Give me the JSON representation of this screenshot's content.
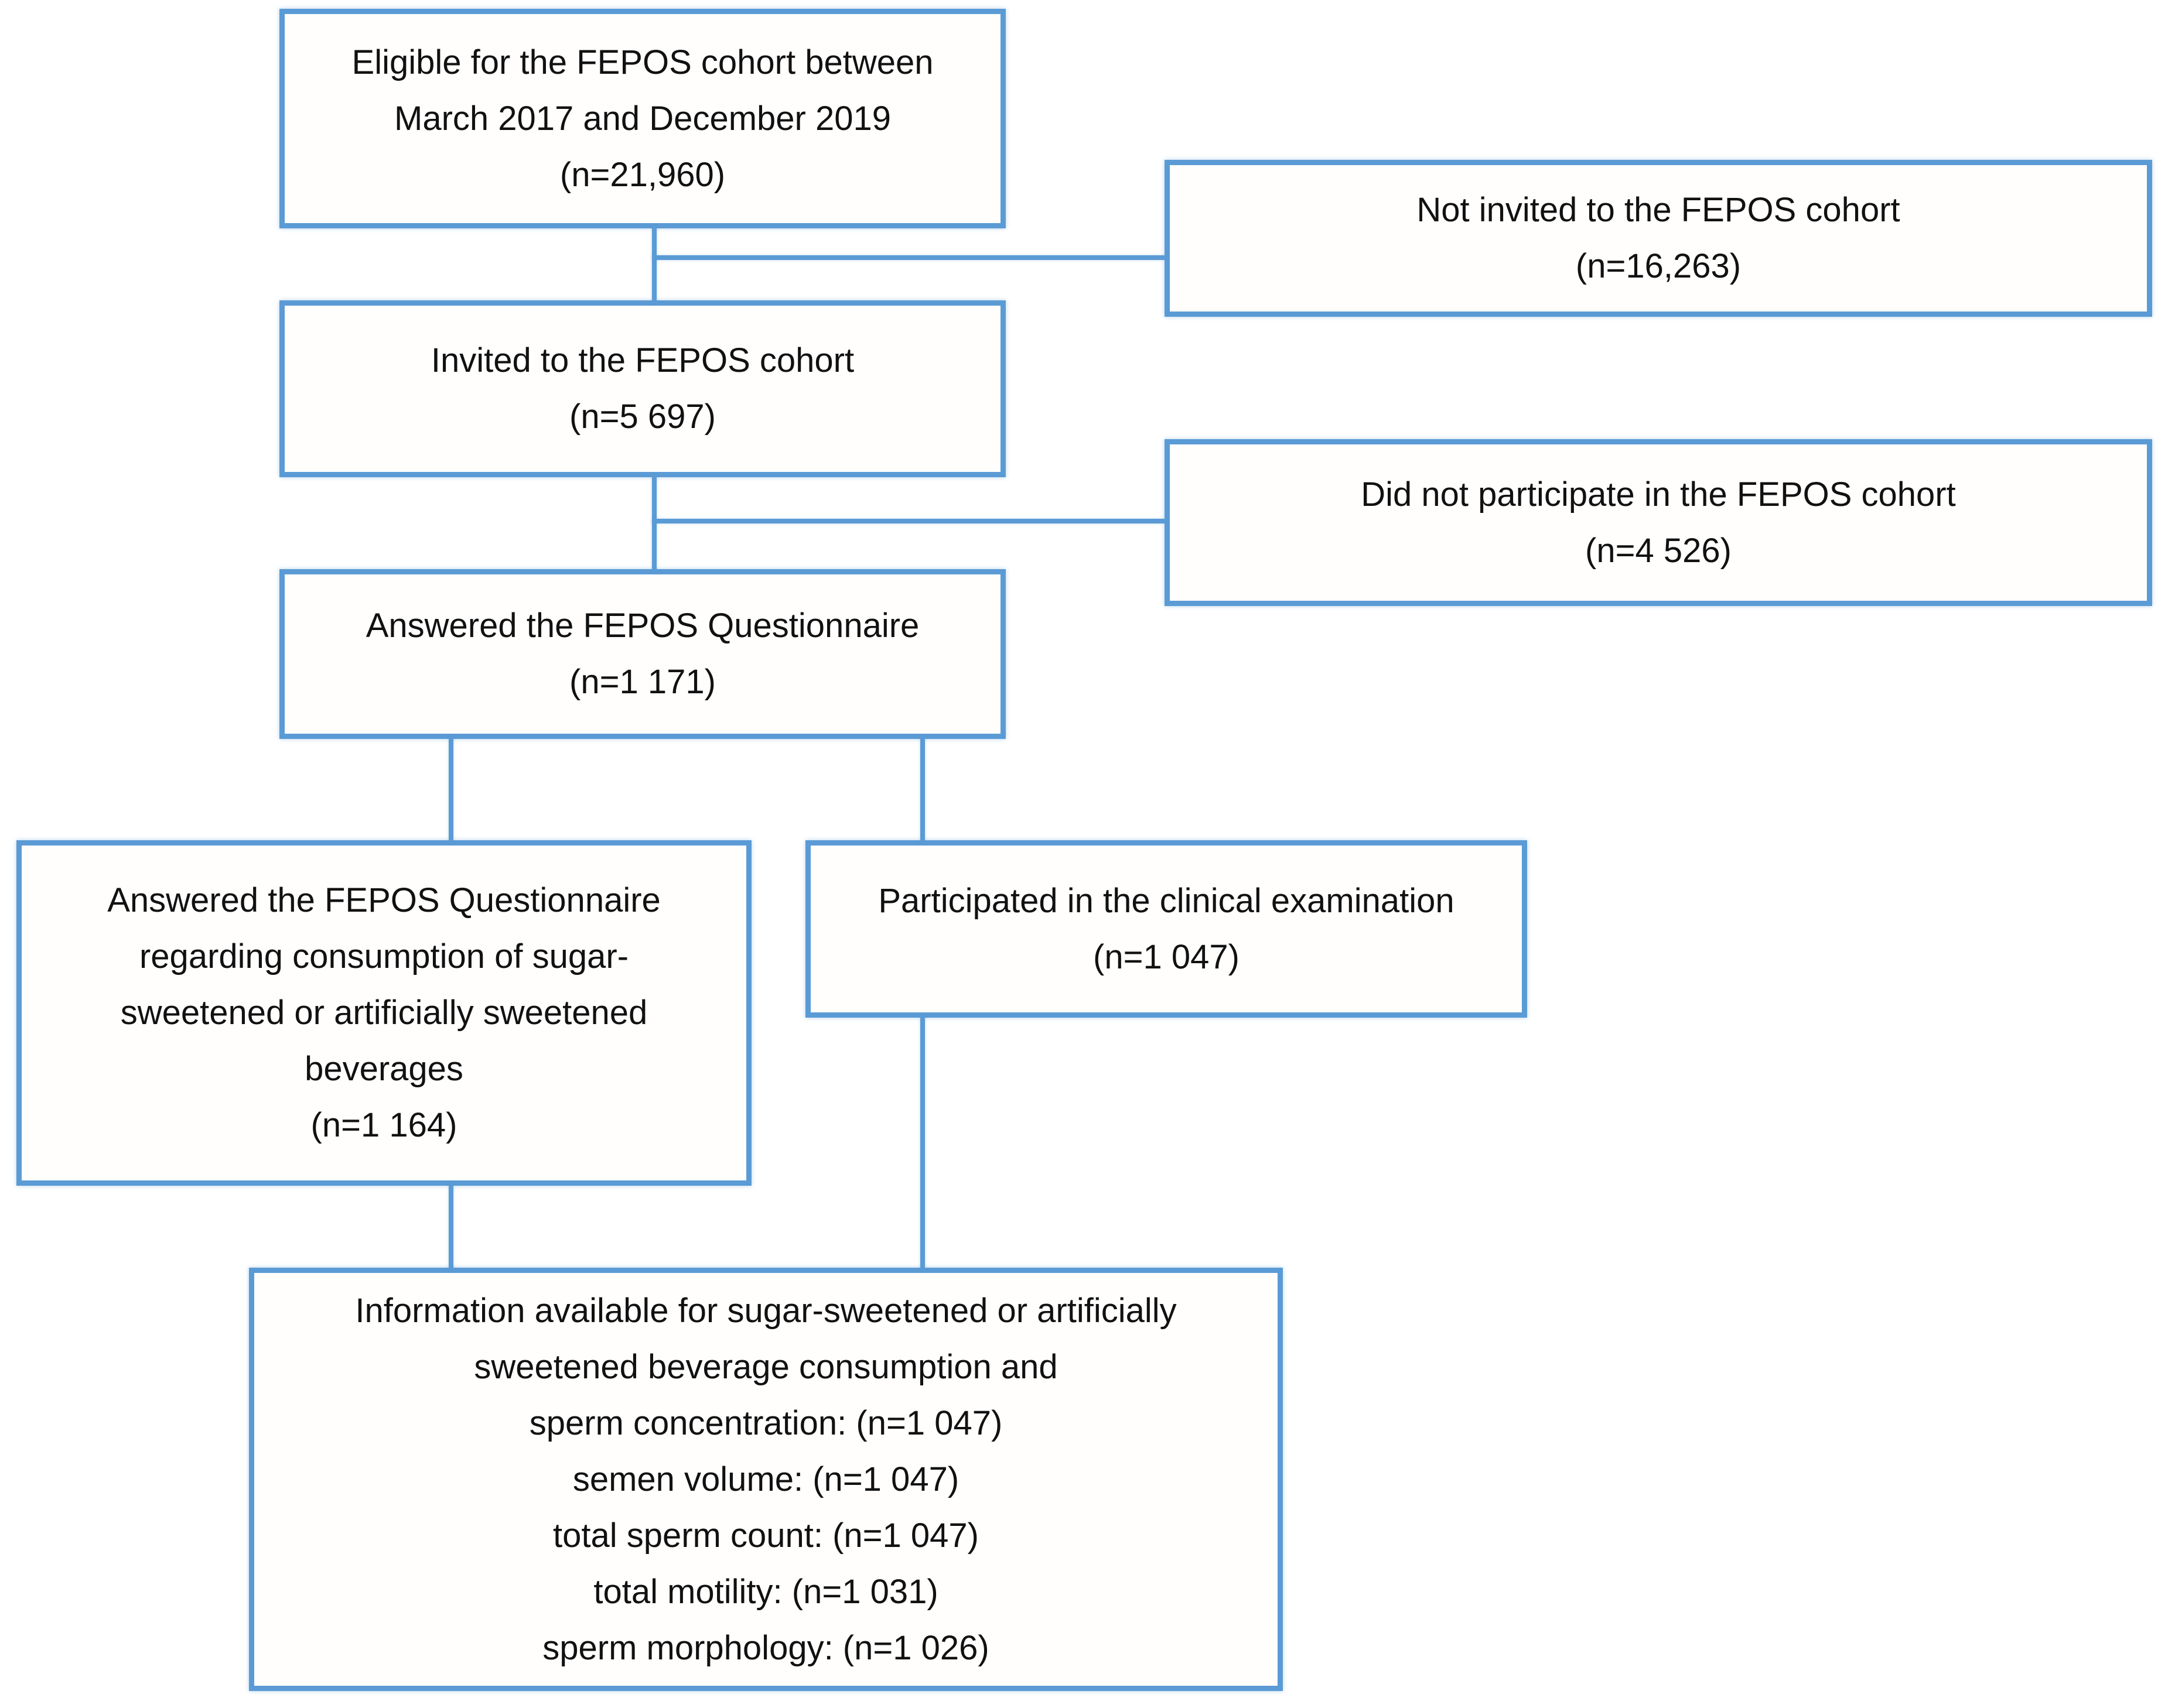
{
  "figure": {
    "type": "participant-flow-diagram",
    "background": "#ffffff",
    "accent_color": "#5b9bd5",
    "text_color": "#111111"
  },
  "boxes": {
    "eligible": {
      "lines": [
        "Eligible for the FEPOS cohort between",
        "March 2017 and December 2019",
        "(n=21,960)"
      ]
    },
    "not_invited": {
      "lines": [
        "Not invited to the FEPOS cohort",
        "(n=16,263)"
      ]
    },
    "invited": {
      "lines": [
        "Invited to the FEPOS cohort",
        "(n=5 697)"
      ]
    },
    "did_not_participate": {
      "lines": [
        "Did not participate in the FEPOS cohort",
        "(n=4 526)"
      ]
    },
    "answered_questionnaire": {
      "lines": [
        "Answered the FEPOS Questionnaire",
        "(n=1 171)"
      ]
    },
    "answered_beverage": {
      "lines": [
        "Answered the FEPOS Questionnaire",
        "regarding consumption of sugar-",
        "sweetened or artificially sweetened",
        "beverages",
        "(n=1 164)"
      ]
    },
    "clinical_exam": {
      "lines": [
        "Participated in the clinical examination",
        "(n=1 047)"
      ]
    },
    "information_available": {
      "lines": [
        "Information available for sugar-sweetened or artificially",
        "sweetened beverage consumption and",
        "sperm concentration: (n=1 047)",
        "semen volume: (n=1 047)",
        "total sperm count: (n=1 047)",
        "total motility: (n=1 031)",
        "sperm morphology: (n=1 026)"
      ]
    }
  }
}
